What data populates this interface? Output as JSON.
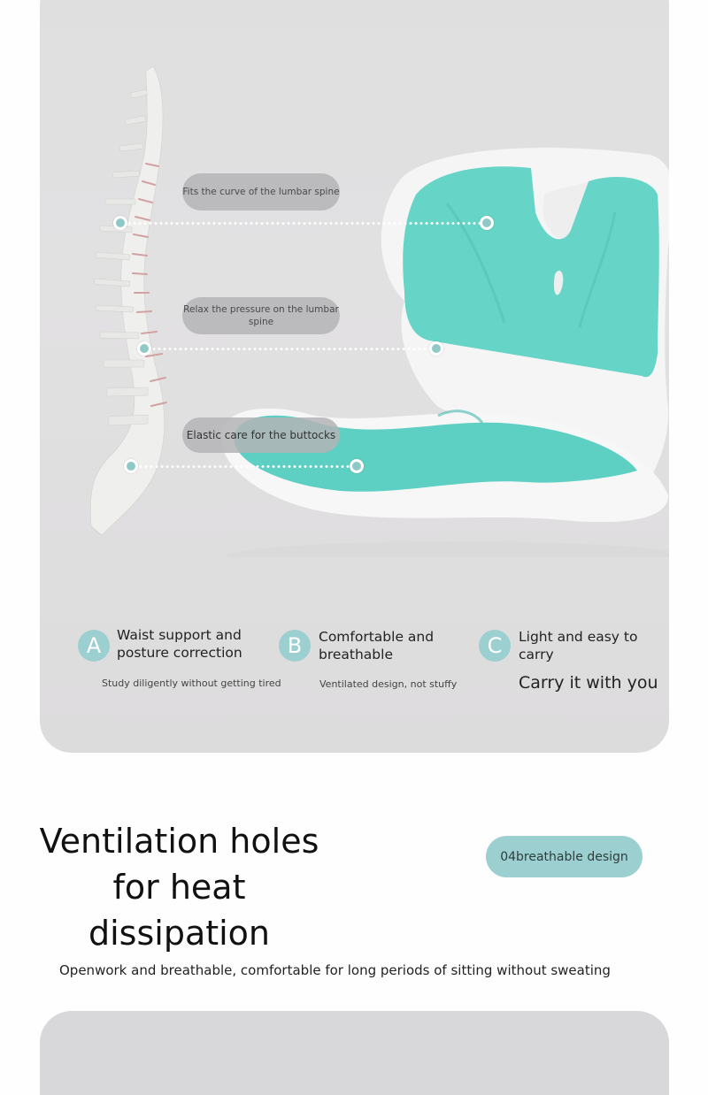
{
  "product_panel": {
    "callouts": [
      {
        "label": "Fits the curve of the lumbar spine"
      },
      {
        "label": "Relax the pressure on the lumbar spine"
      },
      {
        "label": "Elastic care for the buttocks"
      }
    ],
    "features": [
      {
        "badge": "A",
        "title": "Waist support and posture correction",
        "subtitle": "Study diligently without getting tired"
      },
      {
        "badge": "B",
        "title": "Comfortable and breathable",
        "subtitle": "Ventilated design, not stuffy"
      },
      {
        "badge": "C",
        "title": "Light and easy to carry",
        "subtitle": "Carry it with you"
      }
    ]
  },
  "ventilation_section": {
    "headline": "Ventilation holes for heat dissipation",
    "tag": "04breathable design",
    "description": "Openwork and breathable, comfortable for long periods of sitting without sweating"
  },
  "colors": {
    "accent_teal": "#9ccfd0",
    "cushion_teal": "#5fd3c6",
    "panel_gray": "#e0dfe0",
    "background": "#fefefe"
  }
}
